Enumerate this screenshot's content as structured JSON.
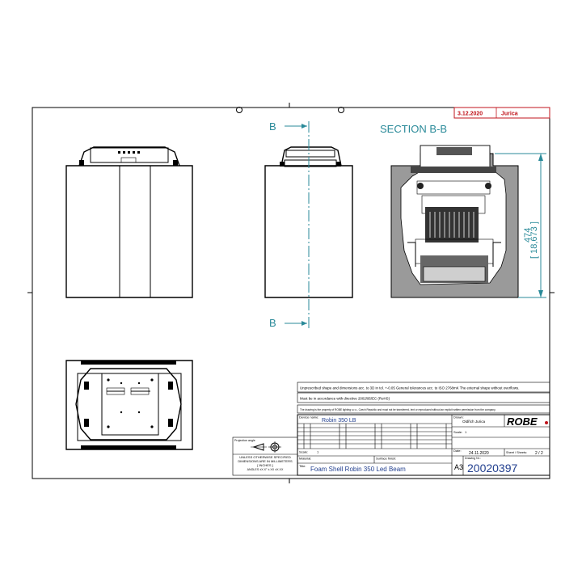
{
  "revision": {
    "date": "3.12.2020",
    "author": "Jurica"
  },
  "section": {
    "title": "SECTION B-B",
    "marker": "B"
  },
  "dimension": {
    "value": "474",
    "inches": "[ 18,673 ]"
  },
  "notes": {
    "line1": "Unprescribed shape and dimensions acc. to 3D in tol. +-0.05 General tolerances acc. to ISO 2768mK The external shape without overflows.",
    "line2": "Must be in accordance with directive 2002/95/EC (RoHS)",
    "line3": "The drawing is the property of ROBE lighting s.r.o., Czech Republic and must not be transferred, lent or reproduced without an explicit written permission from the company."
  },
  "projection": {
    "label": "Projection angle",
    "unless": "UNLESS OTHERWISE SPECIFIED",
    "dims": "DIMENSIONS ARE IN MILLIMETERS",
    "inches": "[ INCHES ]",
    "angles": "ANGLES ±X.X°   ±.XX  ±X.XX"
  },
  "titleblock": {
    "device_label": "Device name:",
    "device_name": "Robin 350 LB",
    "drawn_label": "Drawn:",
    "drawn_by": "Oldřich Jurica",
    "scale_label": "Scale:",
    "scale_value": "1",
    "date_label": "Date:",
    "date_value": "24.11.2020",
    "sheet_label": "Sheet / Sheets:",
    "sheet_value": "2 / 2",
    "sheet_size": "A3",
    "number_label": "Drawing Nr.:",
    "drawing_number": "20020397",
    "material_label": "Material:",
    "surface_label": "Surface finish:",
    "title_label": "Title:",
    "title_value": "Foam Shell Robin 350 Led Beam",
    "logo": "ROBE"
  },
  "colors": {
    "accent": "#2a8a99",
    "revision": "#c0141c",
    "title": "#23408f"
  }
}
